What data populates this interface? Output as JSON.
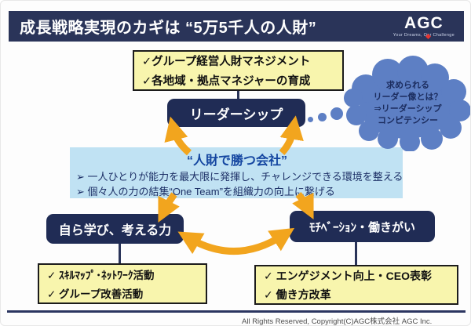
{
  "header": {
    "title": "成長戦略実現のカギは “5万5千人の人財”",
    "logo": {
      "text": "AGC",
      "tagline": "Your Dreams, Our Challenge"
    }
  },
  "top_callout": {
    "items": [
      "✓グループ経営人財マネジメント",
      "✓各地域・拠点マネジャーの育成"
    ]
  },
  "leadership_box": {
    "label": "リーダーシップ"
  },
  "thought_cloud": {
    "lines": [
      "求められる",
      "リーダー像とは？",
      "⇒リーダーシップ",
      "コンピテンシー"
    ]
  },
  "center_box": {
    "title": "“人財で勝つ会社”",
    "bullets": [
      "➢ 一人ひとりが能力を最大限に発揮し、チャレンジできる環境を整える",
      "➢ 個々人の力の結集“One Team”を組織力の向上に繋げる"
    ]
  },
  "learn_box": {
    "label": "自ら学び、考える力"
  },
  "motivation_box": {
    "label": "ﾓﾁﾍﾞｰｼｮﾝ・働きがい"
  },
  "left_callout": {
    "items": [
      "✓ ｽｷﾙﾏｯﾌﾟ･ﾈｯﾄﾜｰｸ活動",
      "✓ グループ改善活動"
    ]
  },
  "right_callout": {
    "items": [
      "✓ エンゲジメント向上・CEO表彰",
      "✓ 働き方改革"
    ]
  },
  "footer": {
    "copyright": "All Rights Reserved, Copyright(C)AGC株式会社 AGC Inc."
  },
  "colors": {
    "header_navy": "#2a3459",
    "box_navy": "#202c55",
    "callout_yellow": "#f8f5ad",
    "center_blue": "#c0e2f3",
    "cloud_blue": "#5d7fc4",
    "arrow_gold": "#f2a51e",
    "vision_title_blue": "#1345a0",
    "logo_red": "#e63532"
  }
}
